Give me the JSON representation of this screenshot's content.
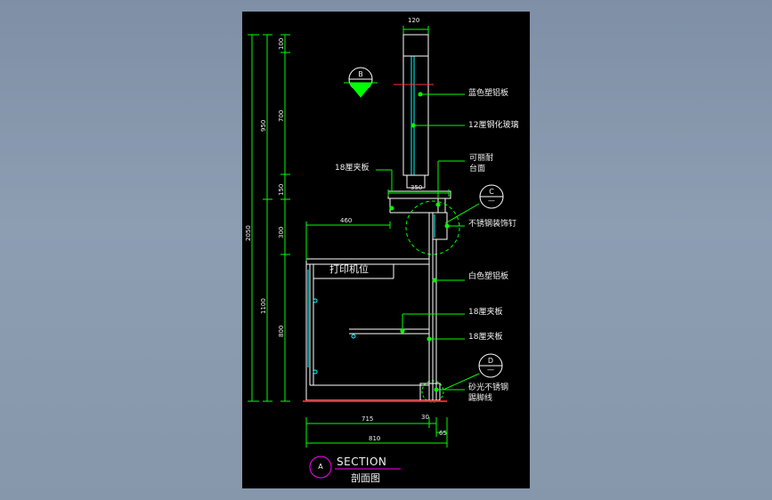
{
  "colors": {
    "background": "#8797ab",
    "sheet": "#000000",
    "dimension_line": "#00ff00",
    "outline": "#ffffff",
    "glass": "#00ffff",
    "leader_dot": "#00ff00",
    "floor": "#ff0000",
    "callout_circle": "#ff00ff"
  },
  "top_dimension": "120",
  "left_dimensions": {
    "total": "2050",
    "upper_total": "950",
    "lower_total": "1100",
    "d100": "100",
    "d700": "700",
    "d150": "150",
    "d300": "300",
    "d800": "800"
  },
  "bottom_dimensions": {
    "d715": "715",
    "d30": "30",
    "d65": "65",
    "d810": "810"
  },
  "inner_dimensions": {
    "d460": "460",
    "d350": "350"
  },
  "printer_label": "打印机位",
  "annotations": {
    "blue_panel": "蓝色塑铝板",
    "tempered_glass": "12厘钢化玻璃",
    "plywood_top": "18厘夹板",
    "corian_line1": "可丽耐",
    "corian_line2": "台面",
    "stainless_nails": "不锈钢装饰钉",
    "white_panel": "白色塑铝板",
    "plywood_shelf": "18厘夹板",
    "plywood_base": "18厘夹板",
    "sanded_steel_line1": "砂光不锈钢",
    "sanded_steel_line2": "踢脚线"
  },
  "callouts": {
    "B": {
      "letter": "B",
      "sub": "—"
    },
    "C": {
      "letter": "C",
      "sub": "—"
    },
    "D": {
      "letter": "D",
      "sub": "—"
    }
  },
  "title": {
    "marker": "A",
    "section": "SECTION",
    "chinese": "剖面图"
  }
}
